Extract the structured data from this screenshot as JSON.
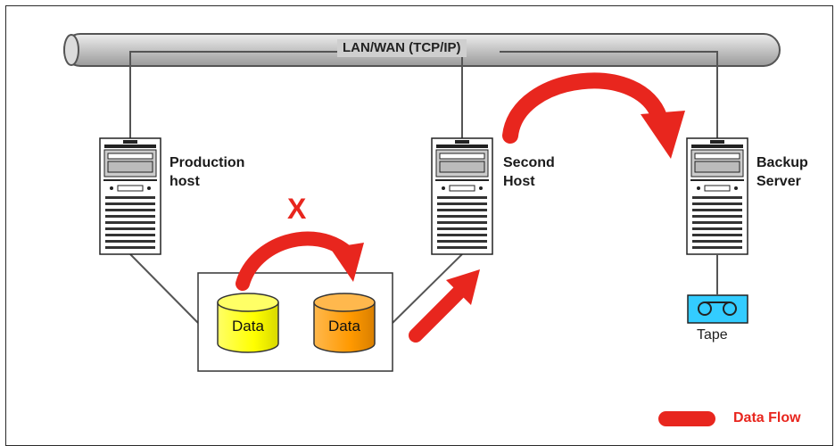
{
  "network": {
    "label": "LAN/WAN (TCP/IP)"
  },
  "hosts": [
    {
      "id": "production",
      "label": "Production\nhost"
    },
    {
      "id": "second",
      "label": "Second\nHost"
    },
    {
      "id": "backup",
      "label": "Backup\nServer"
    }
  ],
  "storage": [
    {
      "label": "Data",
      "color": "#ffff00"
    },
    {
      "label": "Data",
      "color": "#ff9900"
    }
  ],
  "blocked_mark": "X",
  "tape": {
    "label": "Tape",
    "color": "#33ccff"
  },
  "legend": {
    "label": "Data Flow",
    "color": "#e8261e"
  }
}
